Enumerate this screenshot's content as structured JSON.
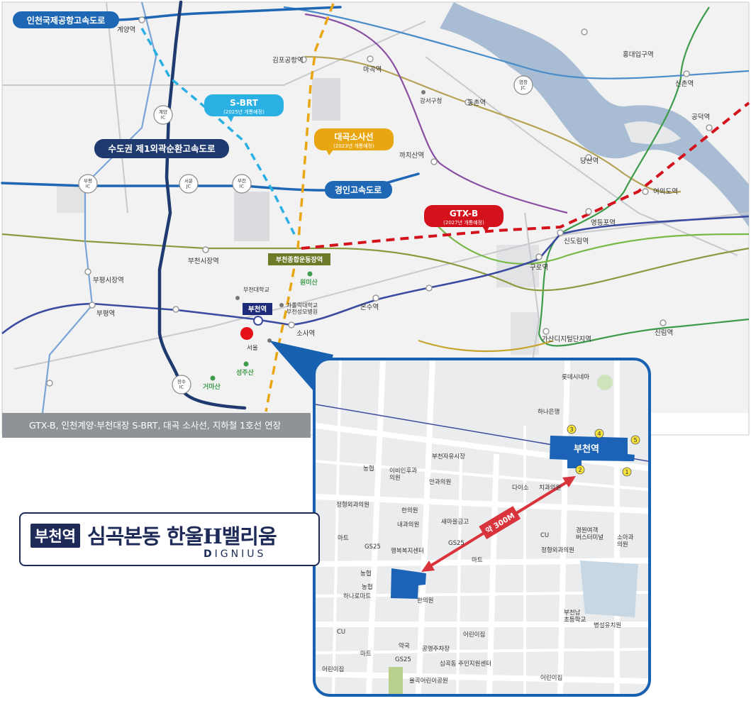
{
  "colors": {
    "gtx_b": "#d3121c",
    "s_brt": "#2bb0e3",
    "daegok_sosa": "#e8a712",
    "line1": "#3b4ba0",
    "expressway": "#1e67b5",
    "ring_expressway": "#1e3a6e",
    "river": "#9bb4cc",
    "inset_border": "#1761b0",
    "apartment": "#1c63b8",
    "distance_arrow": "#d9333c"
  },
  "roads": {
    "incheon_airport": "인천국제공항고속도로",
    "sbrt_name": "S-BRT",
    "sbrt_note": "(2025년 개통예정)",
    "daegok_name": "대곡소사선",
    "daegok_note": "(2023년 개통예정)",
    "ring": "수도권 제1외곽순환고속도로",
    "gyeongin": "경인고속도로",
    "gtxb_name": "GTX-B",
    "gtxb_note": "(2027년 개통예정)"
  },
  "junctions": {
    "gyeyang": "계양\nIC",
    "bupyeong": "부평\nIC",
    "seoun": "서운\nJC",
    "bucheon": "부천\nIC",
    "yeomchang": "염창\nJC",
    "jangsu": "장수\nIC"
  },
  "stations": {
    "gyeyang": "계양역",
    "gimpo_airport": "김포공항역",
    "magok": "마곡역",
    "gangseo_office": "강서구청",
    "deungchon": "등촌역",
    "hongik": "홍대입구역",
    "sinchon": "신촌역",
    "gongdeok": "공덕역",
    "dangsan": "당산역",
    "kkachisan": "까치산역",
    "yeouido": "여의도역",
    "yeongdeungpo": "영등포역",
    "sindorim": "신도림역",
    "guro": "구로역",
    "gasan": "가산디지털단지역",
    "sillim": "신림역",
    "bucheon_sports": "부천종합운동장역",
    "bucheon_market": "부천시장역",
    "bupyeong_market": "부평시장역",
    "bupyeong": "부평역",
    "bucheon_univ": "부천대학교",
    "catholic_univ": "가톨릭대학교\n부천성모병원",
    "bucheon": "부천역",
    "sosa": "소사역",
    "onsu": "온수역",
    "seoul_partial": "서울",
    "wonmisan": "원미산",
    "seongjusan": "성주산",
    "geomasan": "거마산"
  },
  "caption": "GTX-B, 인천계양·부천대장 S-BRT, 대곡 소사선, 지하철 1호선 연장",
  "inset": {
    "bucheon_station": "부천역",
    "exits": [
      "1",
      "2",
      "3",
      "4",
      "5"
    ],
    "distance": "약 300M",
    "lotte_cinema": "롯데시네마",
    "hana_bank": "하나은행",
    "free_market": "부천자유시장",
    "nonghyup": "농협",
    "ebi_ent": "이비인후과\n의원",
    "eye_clinic": "안과의원",
    "daiso": "다이소",
    "dental": "치과의원",
    "ortho1": "정형외과의원",
    "korean1": "한의원",
    "internal": "내과의원",
    "saemaeul": "새마을금고",
    "mart1": "마트",
    "gs25_1": "GS25",
    "welfare": "행복복지센터",
    "gs25_2": "GS25",
    "mart2": "마트",
    "cu1": "CU",
    "ortho2": "정형외과의원",
    "bus_terminal": "경원여객\n버스터미널",
    "pediatric": "소아과\n의원",
    "nonghyup2": "농협",
    "nonghyup3": "농협",
    "hanaro": "하나로마트",
    "korean2": "한의원",
    "bucheonnam": "부천남\n초등학교",
    "kindergarten": "병설유치원",
    "cu2": "CU",
    "daycare1": "어린이집",
    "pharmacy": "약국",
    "parking": "공영주차장",
    "mart3": "마트",
    "gs25_3": "GS25",
    "community": "심곡동 주민지원센터",
    "daycare2": "어린이집",
    "daycare3": "어린이집",
    "park": "율곡어린이공원"
  },
  "apartment": {
    "badge": "부천역",
    "name": "심곡본동 한울",
    "brand_h": "H",
    "name2": "밸리움",
    "brand": "DIGNIUS"
  }
}
